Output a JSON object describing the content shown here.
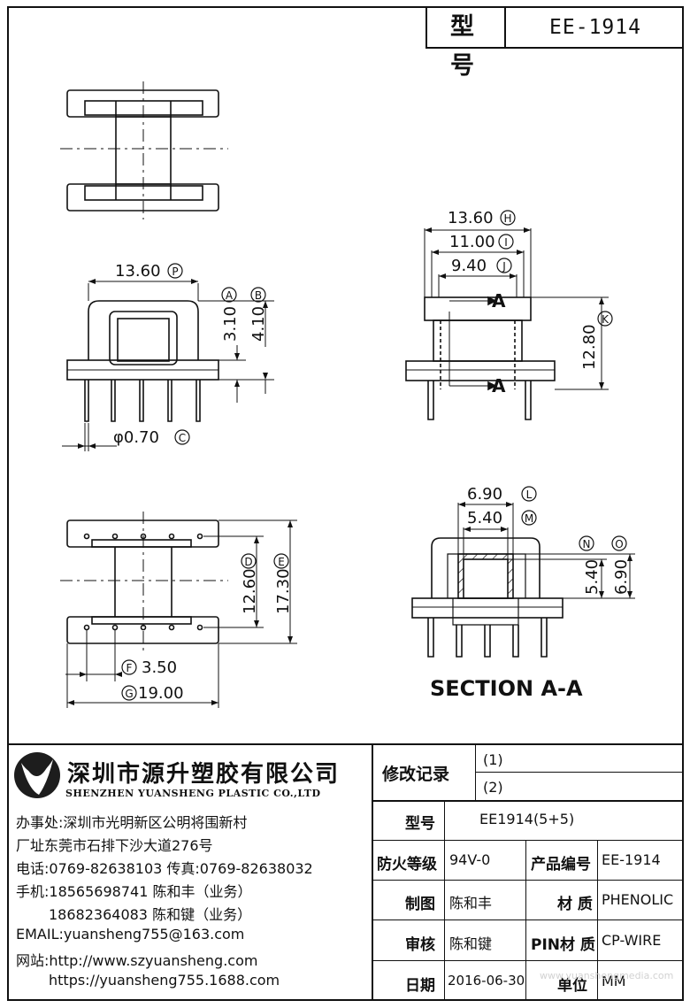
{
  "header": {
    "model_label": "型 号",
    "model_value": "EE-1914"
  },
  "drawing": {
    "dims": {
      "p": "13.60",
      "p_tag": "P",
      "a": "3.10",
      "a_tag": "A",
      "b": "4.10",
      "b_tag": "B",
      "c": "φ0.70",
      "c_tag": "C",
      "h": "13.60",
      "h_tag": "H",
      "i": "11.00",
      "i_tag": "I",
      "j": "9.40",
      "j_tag": "J",
      "k": "12.80",
      "k_tag": "K",
      "d": "12.60",
      "d_tag": "D",
      "e": "17.30",
      "e_tag": "E",
      "f": "3.50",
      "f_tag": "F",
      "g": "19.00",
      "g_tag": "G",
      "l": "6.90",
      "l_tag": "L",
      "m": "5.40",
      "m_tag": "M",
      "n": "5.40",
      "n_tag": "N",
      "o": "6.90",
      "o_tag": "O"
    },
    "section_marker": "A",
    "section_title": "SECTION A-A"
  },
  "company": {
    "name_cn": "深圳市源升塑胶有限公司",
    "name_en": "SHENZHEN YUANSHENG PLASTIC CO.,LTD",
    "office": "办事处:深圳市光明新区公明将围新村",
    "factory": "厂址东莞市石排下沙大道276号",
    "phone": "电话:0769-82638103 传真:0769-82638032",
    "mobile1": "手机:18565698741 陈和丰（业务）",
    "mobile2": "18682364083 陈和键（业务）",
    "email": "EMAIL:yuansheng755@163.com",
    "website": "网站:http://www.szyuansheng.com",
    "website2": "https://yuansheng755.1688.com"
  },
  "table": {
    "revision_label": "修改记录",
    "rev1": "(1)",
    "rev2": "(2)",
    "model_label": "型号",
    "model_value": "EE1914(5+5)",
    "fire_label": "防火等级",
    "fire_value": "94V-0",
    "prodno_label": "产品编号",
    "prodno_value": "EE-1914",
    "drawn_label": "制图",
    "drawn_value": "陈和丰",
    "material_label": "材 质",
    "material_value": "PHENOLIC",
    "check_label": "审核",
    "check_value": "陈和键",
    "pin_label": "PIN材 质",
    "pin_value": "CP-WIRE",
    "date_label": "日期",
    "date_value": "2016-06-30",
    "unit_label": "单位",
    "unit_value": "MM"
  },
  "watermark": "www.yuanshengmedia.com"
}
